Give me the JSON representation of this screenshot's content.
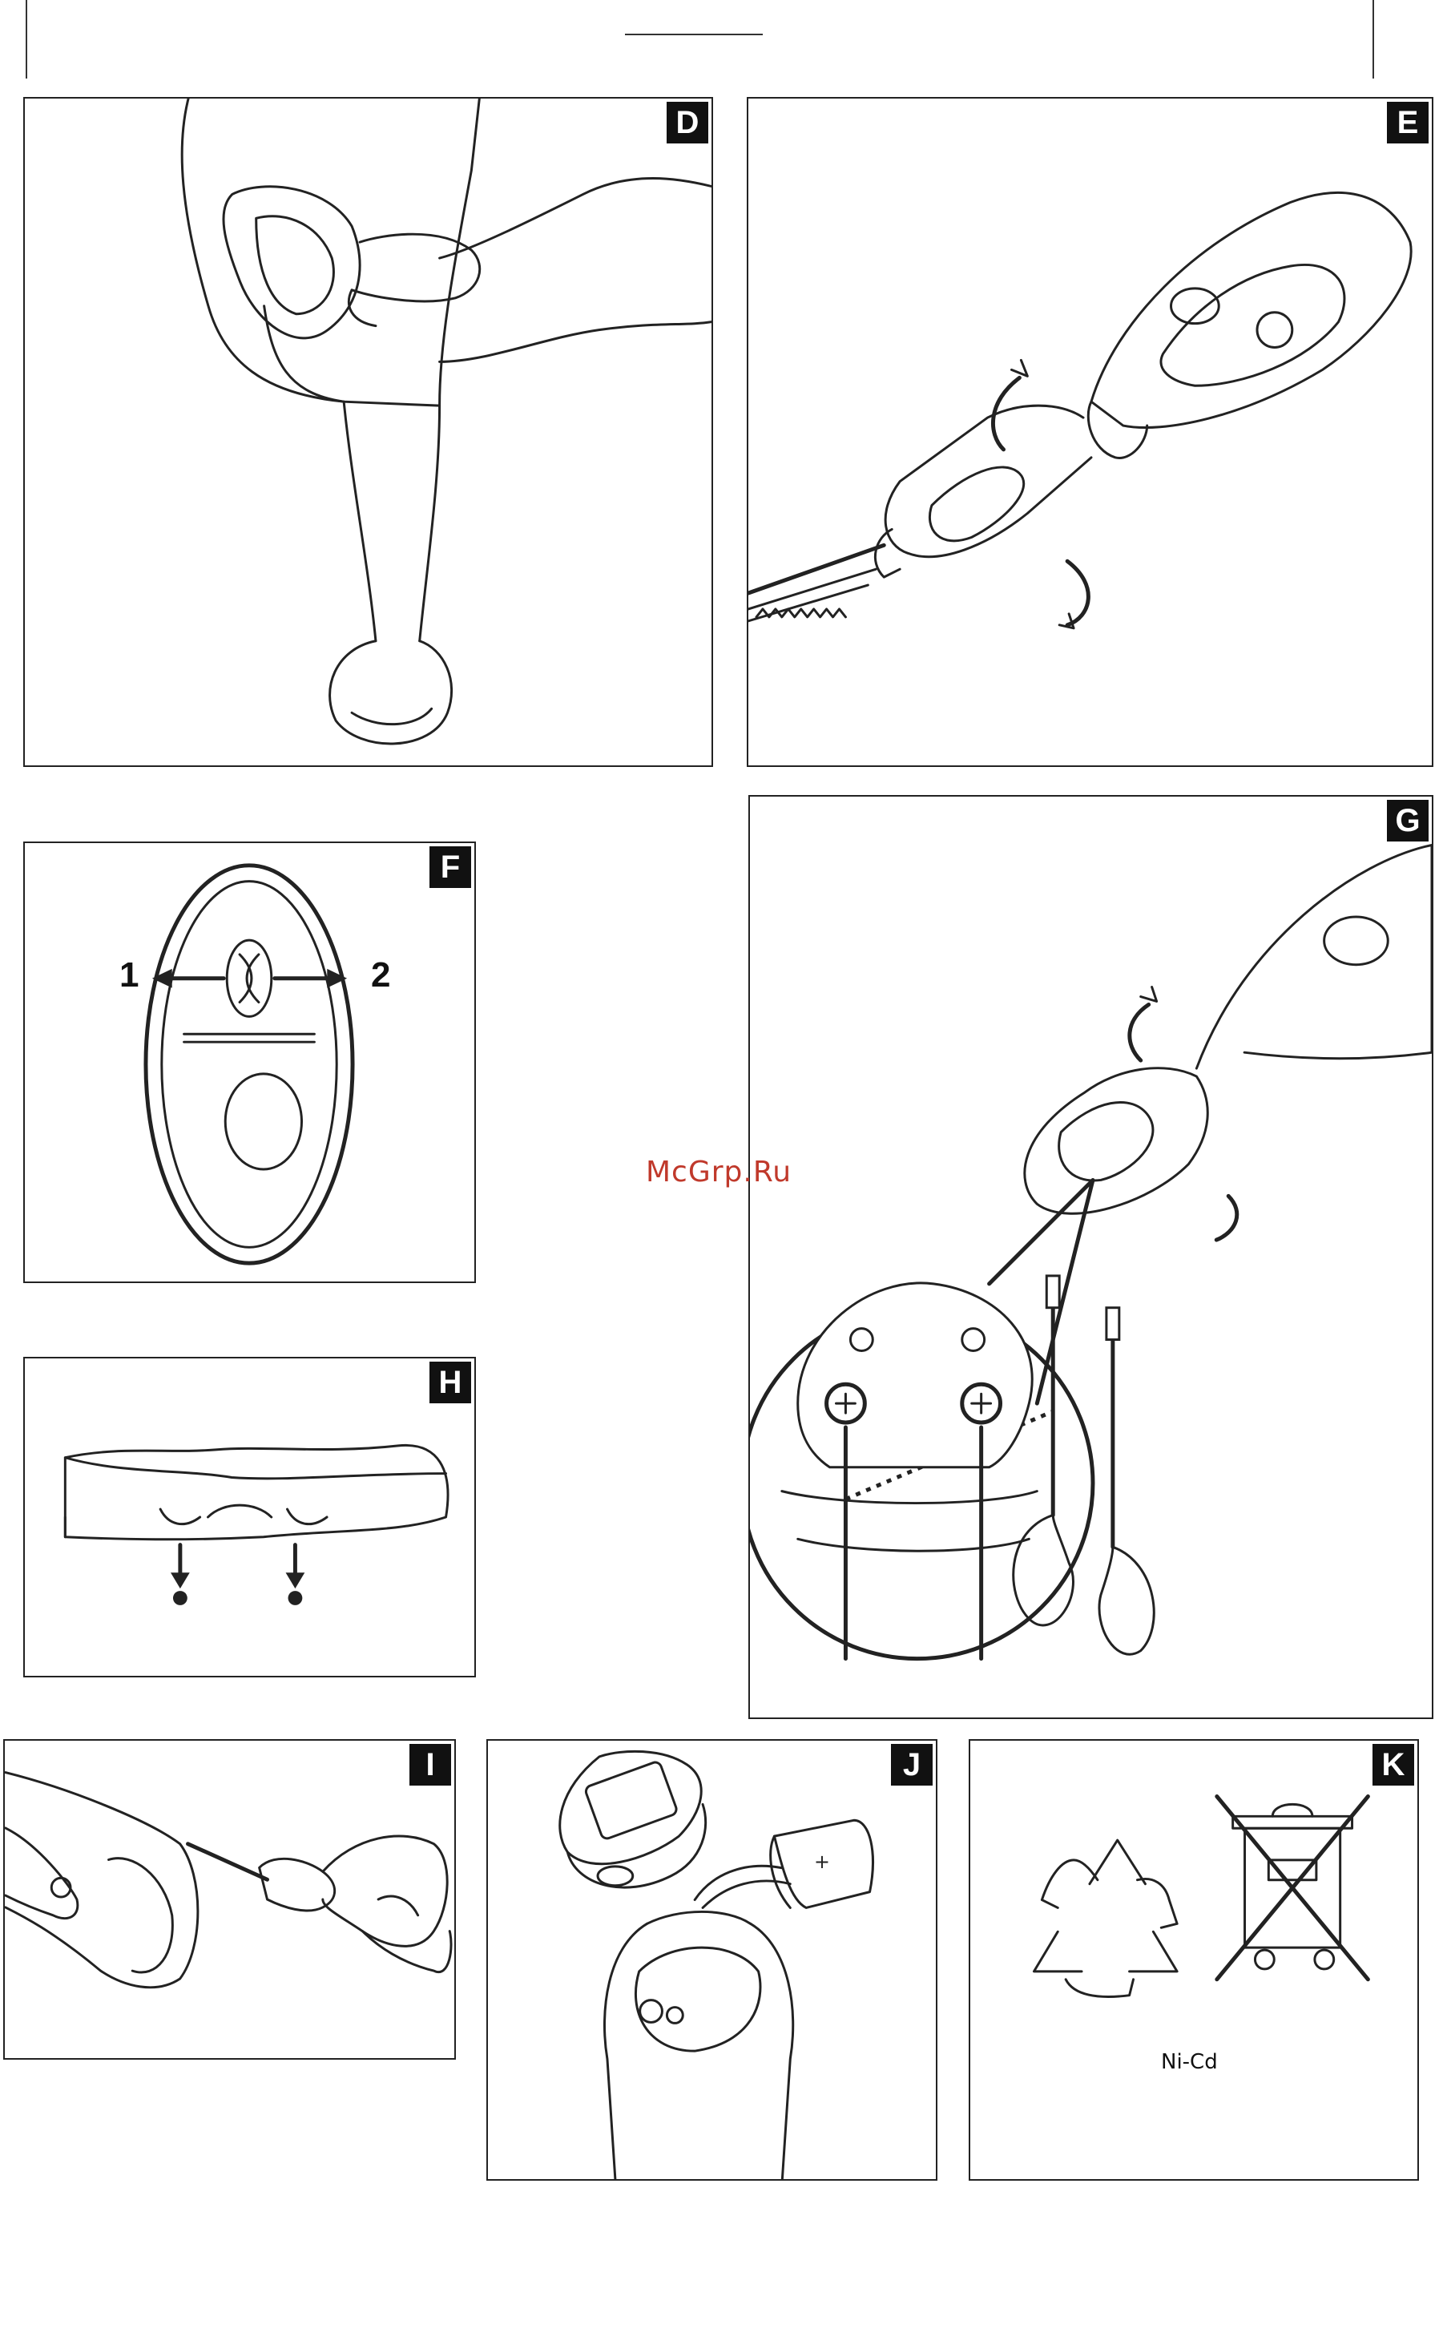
{
  "panels": {
    "d": {
      "label": "D"
    },
    "e": {
      "label": "E"
    },
    "f": {
      "label": "F",
      "arrow_left": "1",
      "arrow_right": "2"
    },
    "g": {
      "label": "G"
    },
    "h": {
      "label": "H"
    },
    "i": {
      "label": "I"
    },
    "j": {
      "label": "J"
    },
    "k": {
      "label": "K",
      "battery_type": "Ni-Cd"
    }
  },
  "watermark": "McGrp.Ru",
  "colors": {
    "watermark": "#c0392b",
    "ink": "#222222"
  }
}
